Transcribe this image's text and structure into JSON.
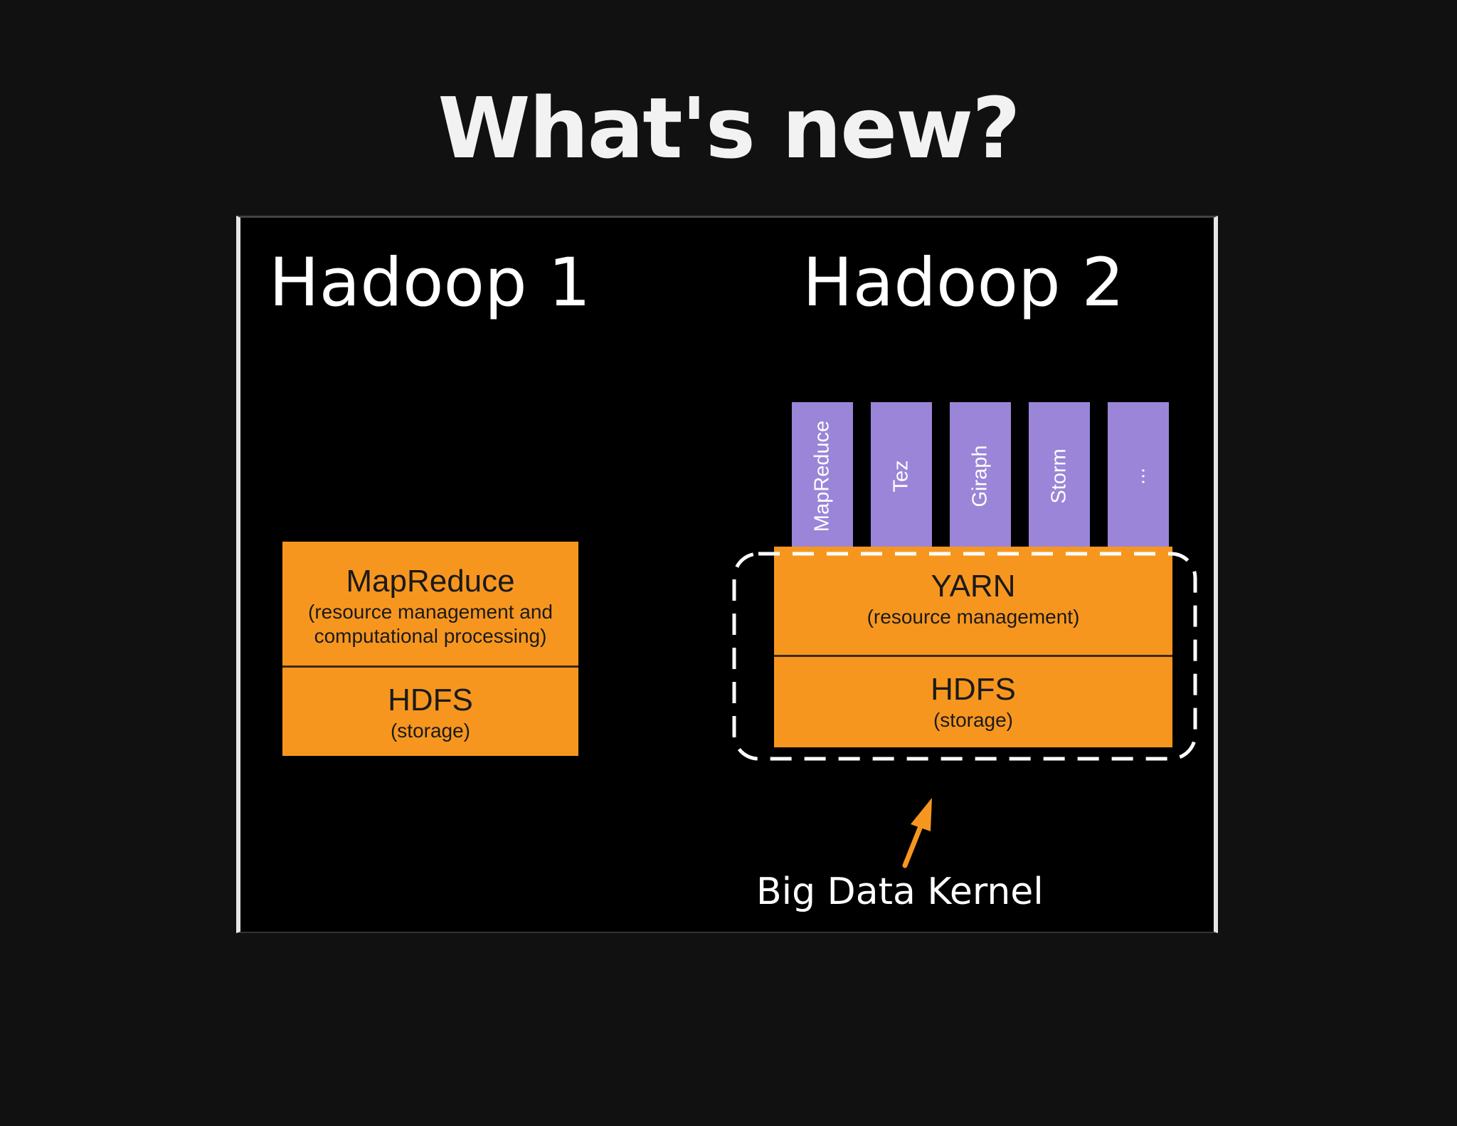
{
  "title": "What's new?",
  "hadoop1": {
    "heading": "Hadoop 1",
    "mapreduce": {
      "title": "MapReduce",
      "subtitle_line1": "(resource management and",
      "subtitle_line2": "computational processing)"
    },
    "hdfs": {
      "title": "HDFS",
      "subtitle": "(storage)"
    }
  },
  "hadoop2": {
    "heading": "Hadoop 2",
    "apps": [
      "MapReduce",
      "Tez",
      "Giraph",
      "Storm",
      "..."
    ],
    "yarn": {
      "title": "YARN",
      "subtitle": "(resource management)"
    },
    "hdfs": {
      "title": "HDFS",
      "subtitle": "(storage)"
    }
  },
  "annotation": {
    "label": "Big Data Kernel"
  },
  "colors": {
    "background": "#111111",
    "panel": "#000000",
    "orange": "#f7961f",
    "purple": "#9a85d8",
    "text_light": "#ffffff"
  }
}
